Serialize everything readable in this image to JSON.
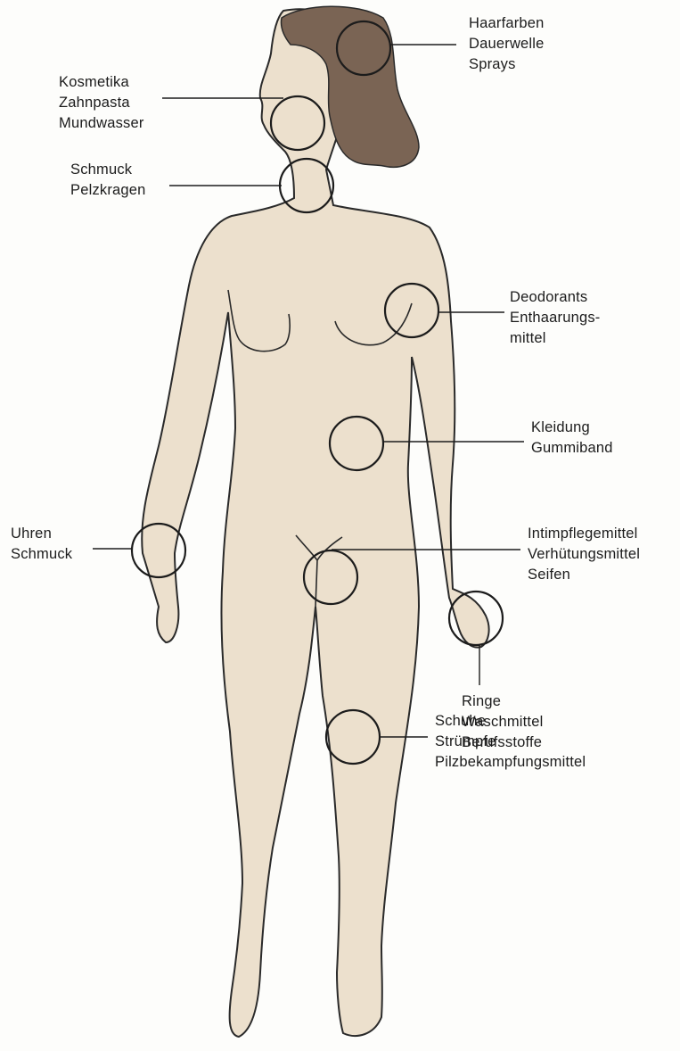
{
  "colors": {
    "background": "#fdfdfb",
    "skin": "#ece0cd",
    "hair": "#7a6454",
    "ink": "#1c1c1c"
  },
  "labels": {
    "hair": "Haarfarben\nDauerwelle\nSprays",
    "mouth": "Kosmetika\nZahnpasta\nMundwasser",
    "neck": "Schmuck\nPelzkragen",
    "armpit": "Deodorants\nEnthaarungs-\nmittel",
    "waist": "Kleidung\nGummiband",
    "wrist": "Uhren\nSchmuck",
    "genital": "Intimpflegemittel\nVerhütungsmittel\nSeifen",
    "hand": "Ringe\nWaschmittel\nBerufsstoffe",
    "ankle": "Schuhe\nStrümpfe\nPilzbekampfungsmittel"
  }
}
